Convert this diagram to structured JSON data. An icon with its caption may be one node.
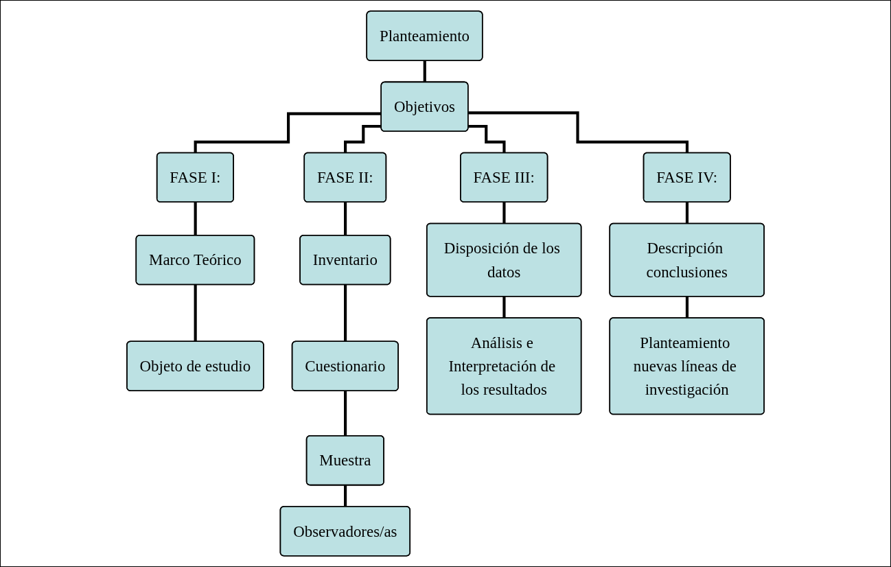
{
  "diagram": {
    "nodes": [
      {
        "text": [
          "Planteamiento"
        ]
      },
      {
        "text": [
          "Objetivos"
        ]
      },
      {
        "text": [
          "FASE I:"
        ]
      },
      {
        "text": [
          "FASE II:"
        ]
      },
      {
        "text": [
          "FASE III:"
        ]
      },
      {
        "text": [
          "FASE IV:"
        ]
      },
      {
        "text": [
          "Marco Teórico"
        ]
      },
      {
        "text": [
          "Objeto de estudio"
        ]
      },
      {
        "text": [
          "Inventario"
        ]
      },
      {
        "text": [
          "Cuestionario"
        ]
      },
      {
        "text": [
          "Muestra"
        ]
      },
      {
        "text": [
          "Observadores/as"
        ]
      },
      {
        "text": [
          "Disposición de los datos"
        ]
      },
      {
        "text": [
          "Análisis e Interpretación de los resultados"
        ]
      },
      {
        "text": [
          "Descripción conclusiones"
        ]
      },
      {
        "text": [
          "Planteamiento nuevas líneas de investigación"
        ]
      }
    ],
    "edges": [
      {
        "from": 0,
        "to": 1,
        "arrow": "none"
      },
      {
        "from": 1,
        "to": 2,
        "arrow": "none"
      },
      {
        "from": 1,
        "to": 3,
        "arrow": "none"
      },
      {
        "from": 1,
        "to": 4,
        "arrow": "none"
      },
      {
        "from": 1,
        "to": 5,
        "arrow": "none"
      },
      {
        "from": 2,
        "to": 6,
        "arrow": "none"
      },
      {
        "from": 6,
        "to": 7,
        "arrow": "none"
      },
      {
        "from": 3,
        "to": 8,
        "arrow": "none"
      },
      {
        "from": 8,
        "to": 9,
        "arrow": "none"
      },
      {
        "from": 9,
        "to": 10,
        "arrow": "none"
      },
      {
        "from": 10,
        "to": 11,
        "arrow": "none"
      },
      {
        "from": 4,
        "to": 12,
        "arrow": "none"
      },
      {
        "from": 12,
        "to": 13,
        "arrow": "none"
      },
      {
        "from": 5,
        "to": 14,
        "arrow": "none"
      },
      {
        "from": 14,
        "to": 15,
        "arrow": "none"
      }
    ]
  }
}
